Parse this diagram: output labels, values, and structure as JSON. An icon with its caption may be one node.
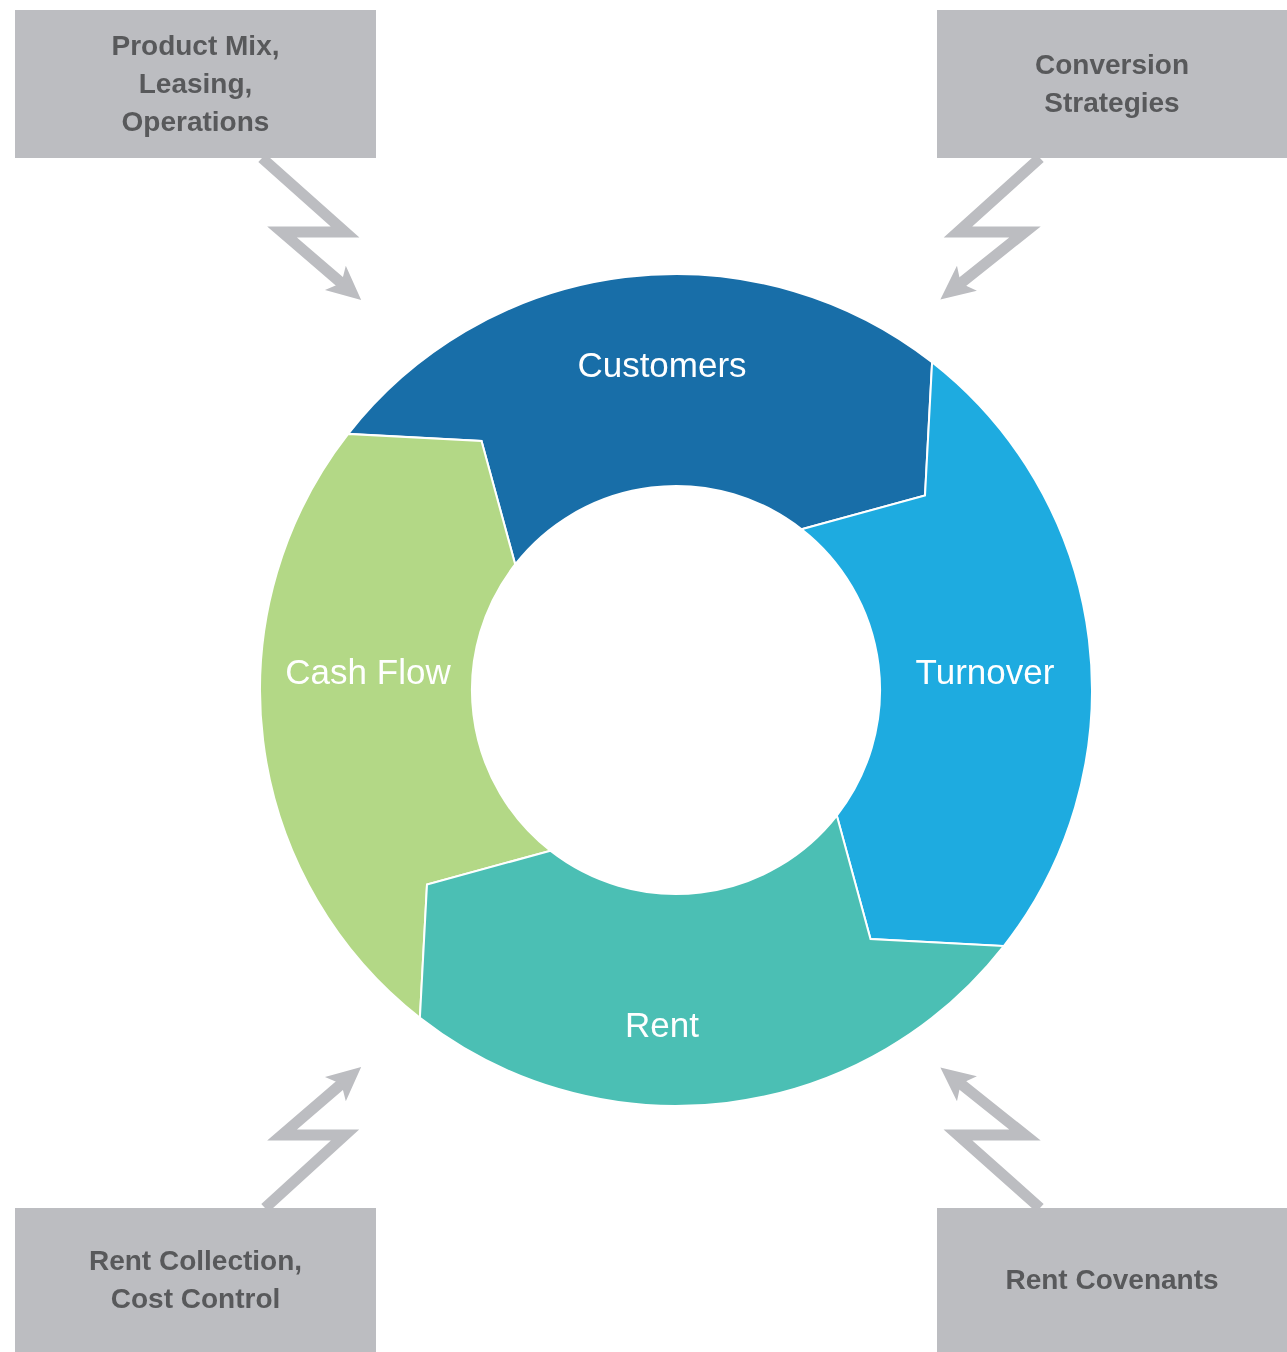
{
  "diagram": {
    "nodes": [
      {
        "text": [
          "Product Mix, Leasing, Operations"
        ]
      },
      {
        "text": [
          "Conversion Strategies"
        ]
      },
      {
        "text": [
          "Customers"
        ]
      },
      {
        "text": [
          "Cash Flow"
        ]
      },
      {
        "text": [
          "Turnover"
        ]
      },
      {
        "text": [
          "Rent"
        ]
      },
      {
        "text": [
          "Rent Collection, Cost Control"
        ]
      },
      {
        "text": [
          "Rent Covenants"
        ]
      }
    ],
    "edges": [
      {
        "from": 0,
        "to": null,
        "arrow": "to"
      },
      {
        "from": 1,
        "to": null,
        "arrow": "to"
      },
      {
        "from": 6,
        "to": null,
        "arrow": "to"
      },
      {
        "from": 7,
        "to": null,
        "arrow": "to"
      }
    ]
  }
}
